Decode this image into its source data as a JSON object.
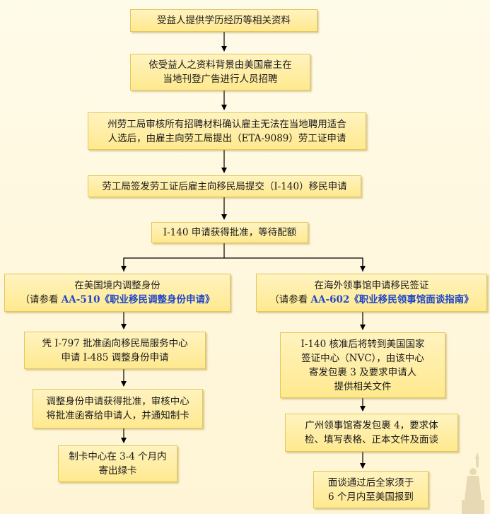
{
  "diagram": {
    "steps": [
      {
        "id": "step-1",
        "text": "受益人提供学历经历等相关资料"
      },
      {
        "id": "step-2",
        "text": "依受益人之资料背景由美国雇主在\n当地刊登广告进行人员招聘"
      },
      {
        "id": "step-3",
        "text": "州劳工局审核所有招聘材料确认雇主无法在当地聘用适合\n人选后，由雇主向劳工局提出（ETA-9089）劳工证申请"
      },
      {
        "id": "step-4",
        "text": "劳工局签发劳工证后雇主向移民局提交（I-140）移民申请"
      },
      {
        "id": "step-5",
        "text": "I-140 申请获得批准，等待配额"
      }
    ],
    "left_branch": {
      "header": "在美国境内调整身份",
      "ref_prefix": "（请参看 ",
      "ref_code": "AA-510",
      "ref_title": "《职业移民调整身份申请》",
      "steps": [
        {
          "id": "left-step-1",
          "text": "凭 I-797 批准函向移民局服务中心\n申请 I-485 调整身份申请"
        },
        {
          "id": "left-step-2",
          "text": "调整身份申请获得批准，审核中心\n将批准函寄给申请人，并通知制卡"
        },
        {
          "id": "left-step-3",
          "text": "制卡中心在 3-4 个月内\n寄出绿卡"
        }
      ]
    },
    "right_branch": {
      "header": "在海外领事馆申请移民签证",
      "ref_prefix": "（请参看 ",
      "ref_code": "AA-602",
      "ref_title": "《职业移民领事馆面谈指南》",
      "steps": [
        {
          "id": "right-step-1",
          "text": "I-140 核准后将转到美国国家\n签证中心（NVC），由该中心\n寄发包裹 3 及要求申请人\n提供相关文件"
        },
        {
          "id": "right-step-2",
          "text": "广州领事馆寄发包裹 4，要求体\n检、填写表格、正本文件及面谈"
        },
        {
          "id": "right-step-3",
          "text": "面谈通过后全家须于\n6 个月内至美国报到"
        }
      ]
    },
    "colors": {
      "box_fill": "#ffe98f",
      "box_border": "#e2c85a",
      "reference_text": "#1f47c8",
      "connector": "#000000"
    }
  }
}
